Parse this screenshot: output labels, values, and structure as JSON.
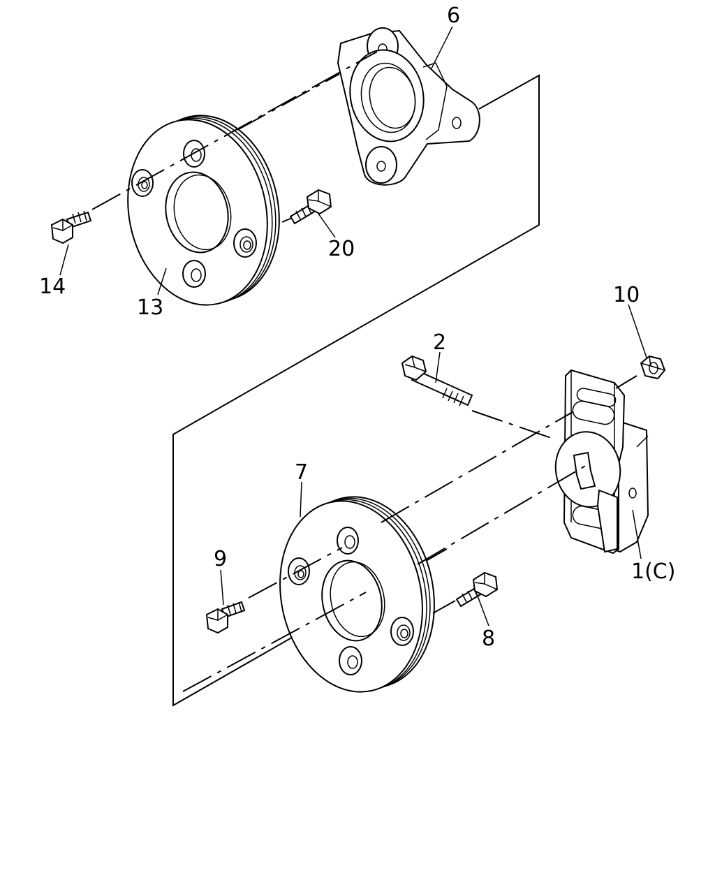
{
  "callouts": {
    "p1": "1(C)",
    "p2": "2",
    "p6": "6",
    "p7": "7",
    "p8": "8",
    "p9": "9",
    "p10": "10",
    "p13": "13",
    "p14": "14",
    "p20": "20"
  }
}
